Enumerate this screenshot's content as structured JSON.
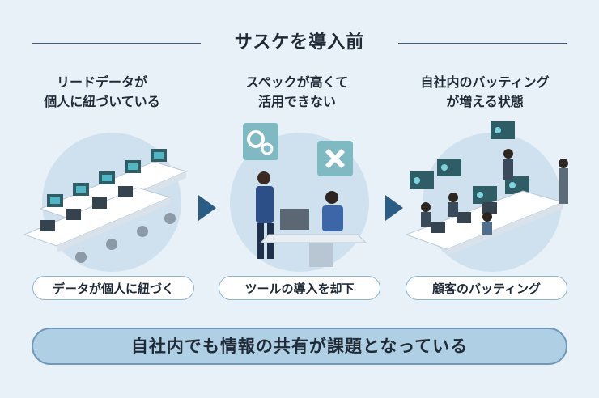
{
  "title": "サスケを導入前",
  "columns": [
    {
      "heading_line1": "リードデータが",
      "heading_line2": "個人に紐づいている",
      "label": "データが個人に紐づく",
      "icons": [
        "desktop-icon"
      ]
    },
    {
      "heading_line1": "スペックが高くて",
      "heading_line2": "活用できない",
      "label": "ツールの導入を却下",
      "icons": [
        "gears-icon",
        "x-mark-icon"
      ]
    },
    {
      "heading_line1": "自社内のバッティング",
      "heading_line2": "が増える状態",
      "label": "顧客のバッティング",
      "icons": [
        "profile-card-icon"
      ]
    }
  ],
  "summary": "自社内でも情報の共有が課題となっている",
  "colors": {
    "background": "#e8f1f8",
    "circle": "#cfe1ee",
    "arrow": "#2a5d86",
    "screen": "#2f5d66",
    "pill_border": "#8fb4d0",
    "summary_fill": "#afcfe4",
    "summary_border": "#6f98ba"
  }
}
